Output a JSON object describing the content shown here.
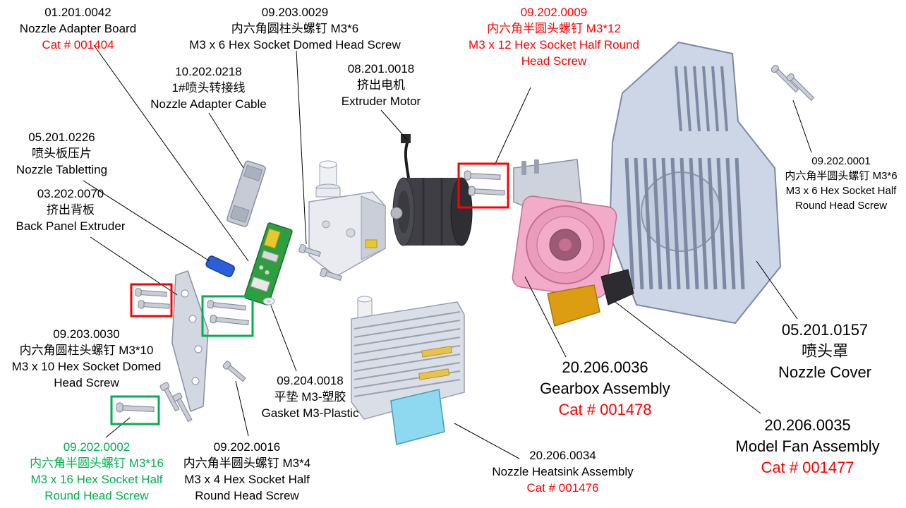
{
  "colors": {
    "text": "#000000",
    "highlight_red": "#fe0000",
    "highlight_green": "#00b050",
    "background": "#ffffff",
    "pcb_green": "#2f9e41",
    "fan_pink": "#f2abc8",
    "cover_gray_blue": "#ccd6e7",
    "heatsink_cyan": "#8fd9f0"
  },
  "labels": {
    "adapter_board": {
      "part_no": "01.201.0042",
      "en": "Nozzle Adapter Board",
      "cat": "Cat  # 001404"
    },
    "screw_m3x6_domed": {
      "part_no": "09.203.0029",
      "cn": "内六角圆柱头螺钉 M3*6",
      "en": "M3 x 6 Hex Socket Domed Head Screw"
    },
    "adapter_cable": {
      "part_no": "10.202.0218",
      "cn": "1#喷头转接线",
      "en": "Nozzle Adapter Cable"
    },
    "extruder_motor": {
      "part_no": "08.201.0018",
      "cn": "挤出电机",
      "en": "Extruder Motor"
    },
    "screw_m3x12_half_round": {
      "part_no": "09.202.0009",
      "cn": "内六角半圆头螺钉 M3*12",
      "en1": "M3 x 12 Hex Socket Half Round",
      "en2": "Head Screw"
    },
    "nozzle_tabletting": {
      "part_no": "05.201.0226",
      "cn": "喷头板压片",
      "en": "Nozzle Tabletting"
    },
    "back_panel": {
      "part_no": "03.202.0070",
      "cn": "挤出背板",
      "en": "Back Panel Extruder"
    },
    "screw_m3x6_half_round": {
      "part_no": "09.202.0001",
      "cn": "内六角半圆头螺钉 M3*6",
      "en1": "M3 x 6 Hex Socket Half",
      "en2": "Round Head Screw"
    },
    "screw_m3x10_domed": {
      "part_no": "09.203.0030",
      "cn": "内六角圆柱头螺钉 M3*10",
      "en1": "M3 x 10 Hex Socket Domed",
      "en2": "Head Screw"
    },
    "gasket": {
      "part_no": "09.204.0018",
      "cn": "平垫 M3-塑胶",
      "en": "Gasket M3-Plastic"
    },
    "screw_m3x16_half_round": {
      "part_no": "09.202.0002",
      "cn": "内六角半圆头螺钉 M3*16",
      "en1": "M3 x 16 Hex Socket Half",
      "en2": "Round Head Screw"
    },
    "screw_m3x4_half_round": {
      "part_no": "09.202.0016",
      "cn": "内六角半圆头螺钉 M3*4",
      "en1": "M3 x 4 Hex Socket Half",
      "en2": "Round Head Screw"
    },
    "gearbox": {
      "part_no": "20.206.0036",
      "en": "Gearbox Assembly",
      "cat": "Cat # 001478"
    },
    "nozzle_cover": {
      "part_no": "05.201.0157",
      "cn": "喷头罩",
      "en": "Nozzle Cover"
    },
    "model_fan": {
      "part_no": "20.206.0035",
      "en": "Model Fan Assembly",
      "cat": "Cat # 001477"
    },
    "heatsink": {
      "part_no": "20.206.0034",
      "en": "Nozzle Heatsink Assembly",
      "cat": "Cat  # 001476"
    }
  }
}
